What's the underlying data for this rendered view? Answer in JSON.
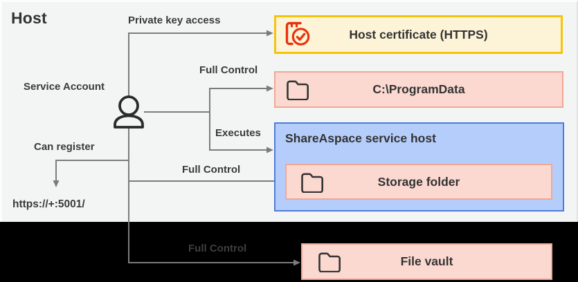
{
  "host": {
    "label": "Host"
  },
  "actor": {
    "label": "Service Account"
  },
  "endpoint": {
    "label": "https://+:5001/"
  },
  "edges": {
    "private_key_access": {
      "label": "Private key access"
    },
    "full_control_programdata": {
      "label": "Full Control"
    },
    "executes": {
      "label": "Executes"
    },
    "can_register": {
      "label": "Can register"
    },
    "full_control_storage": {
      "label": "Full Control"
    },
    "full_control_filevault": {
      "label": "Full Control"
    }
  },
  "nodes": {
    "host_certificate": {
      "label": "Host certificate (HTTPS)"
    },
    "program_data": {
      "label": "C:\\ProgramData"
    },
    "shareaspace_service_host": {
      "label": "ShareAspace service host"
    },
    "storage_folder": {
      "label": "Storage folder"
    },
    "file_vault": {
      "label": "File vault"
    }
  },
  "colors": {
    "host_bg": "#F3F4F4",
    "outside_bg": "#000000",
    "certificate_bg": "#FDF4D8",
    "certificate_border": "#F5C40A",
    "folder_node_bg": "#FBD9D1",
    "folder_node_border": "#F2A793",
    "service_host_bg": "#B5CDFA",
    "service_host_border": "#4F7BD9",
    "wire": "#7C7C7C",
    "icon_red": "#E8330B",
    "text": "#333333"
  }
}
